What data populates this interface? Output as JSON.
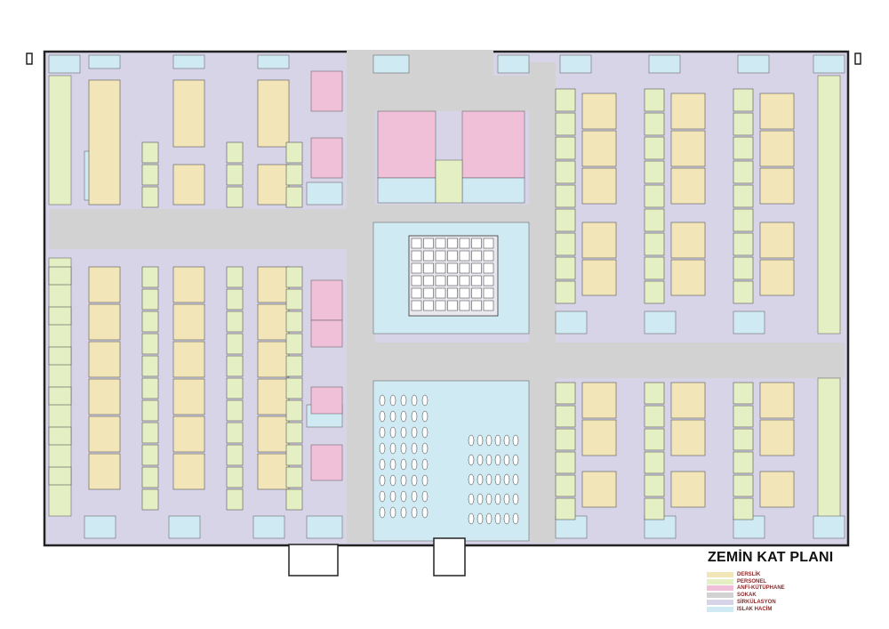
{
  "drawing": {
    "title": "ZEMİN KAT PLANI"
  },
  "legend": [
    {
      "label": "DERSLİK",
      "color": "#f2e6b8"
    },
    {
      "label": "PERSONEL",
      "color": "#e4efc4"
    },
    {
      "label": "ANFİ-KÜTÜPHANE",
      "color": "#f0c0d8"
    },
    {
      "label": "SOKAK",
      "color": "#d2d2d2"
    },
    {
      "label": "SİRKÜLASYON",
      "color": "#d8d4e8"
    },
    {
      "label": "ISLAK HACİM",
      "color": "#cfeaf2"
    }
  ],
  "colors": {
    "wall": "#222222",
    "street": "#d2d2d2",
    "circulation": "#d8d4e8",
    "classroom": "#f2e6b8",
    "staff": "#e4efc4",
    "amphi_library": "#f0c0d8",
    "wet": "#cfeaf2"
  }
}
